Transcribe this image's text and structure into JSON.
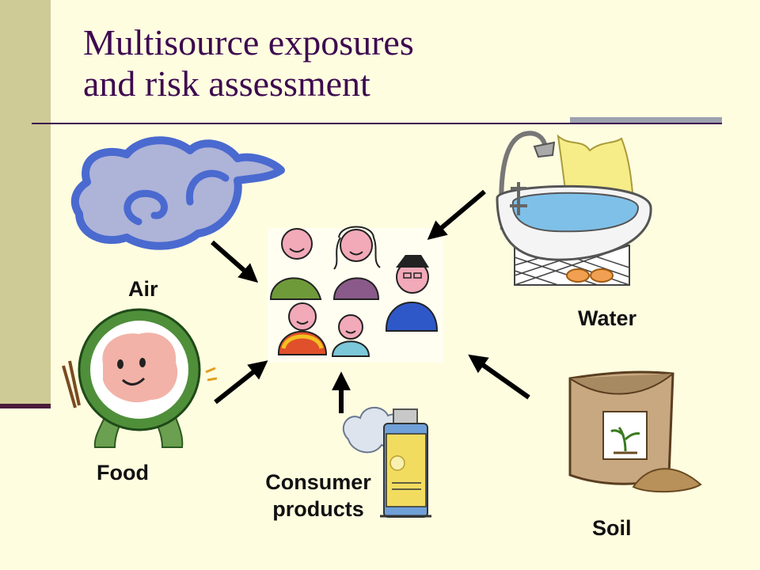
{
  "title": {
    "line1": "Multisource exposures",
    "line2": "and risk assessment"
  },
  "sources": {
    "air": "Air",
    "water": "Water",
    "food": "Food",
    "consumer_line1": "Consumer",
    "consumer_line2": "products",
    "soil": "Soil"
  },
  "colors": {
    "background": "#fffde0",
    "sidebar": "#cfcb96",
    "title": "#3d0a4f",
    "arrow": "#000000"
  }
}
